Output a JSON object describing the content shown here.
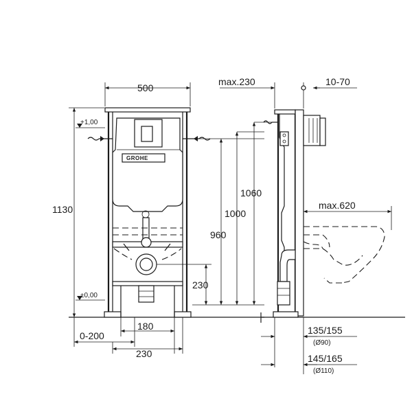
{
  "brand": {
    "logo_text": "GROHE"
  },
  "front_view": {
    "width_label": "500",
    "height_label": "1130",
    "level_top_label": "+1,00",
    "level_zero_label": "±0,00",
    "height_960_label": "960",
    "height_1000_label": "1000",
    "height_1060_label": "1060",
    "height_230_label": "230",
    "offset_label": "0-200",
    "spacing_180_label": "180",
    "spacing_230_label": "230"
  },
  "side_view": {
    "depth_label": "max.230",
    "plate_label": "10-70",
    "projection_label": "max.620",
    "pipe_90_label": "135/155",
    "pipe_90_dia_label": "(Ø90)",
    "pipe_110_label": "145/165",
    "pipe_110_dia_label": "(Ø110)"
  }
}
